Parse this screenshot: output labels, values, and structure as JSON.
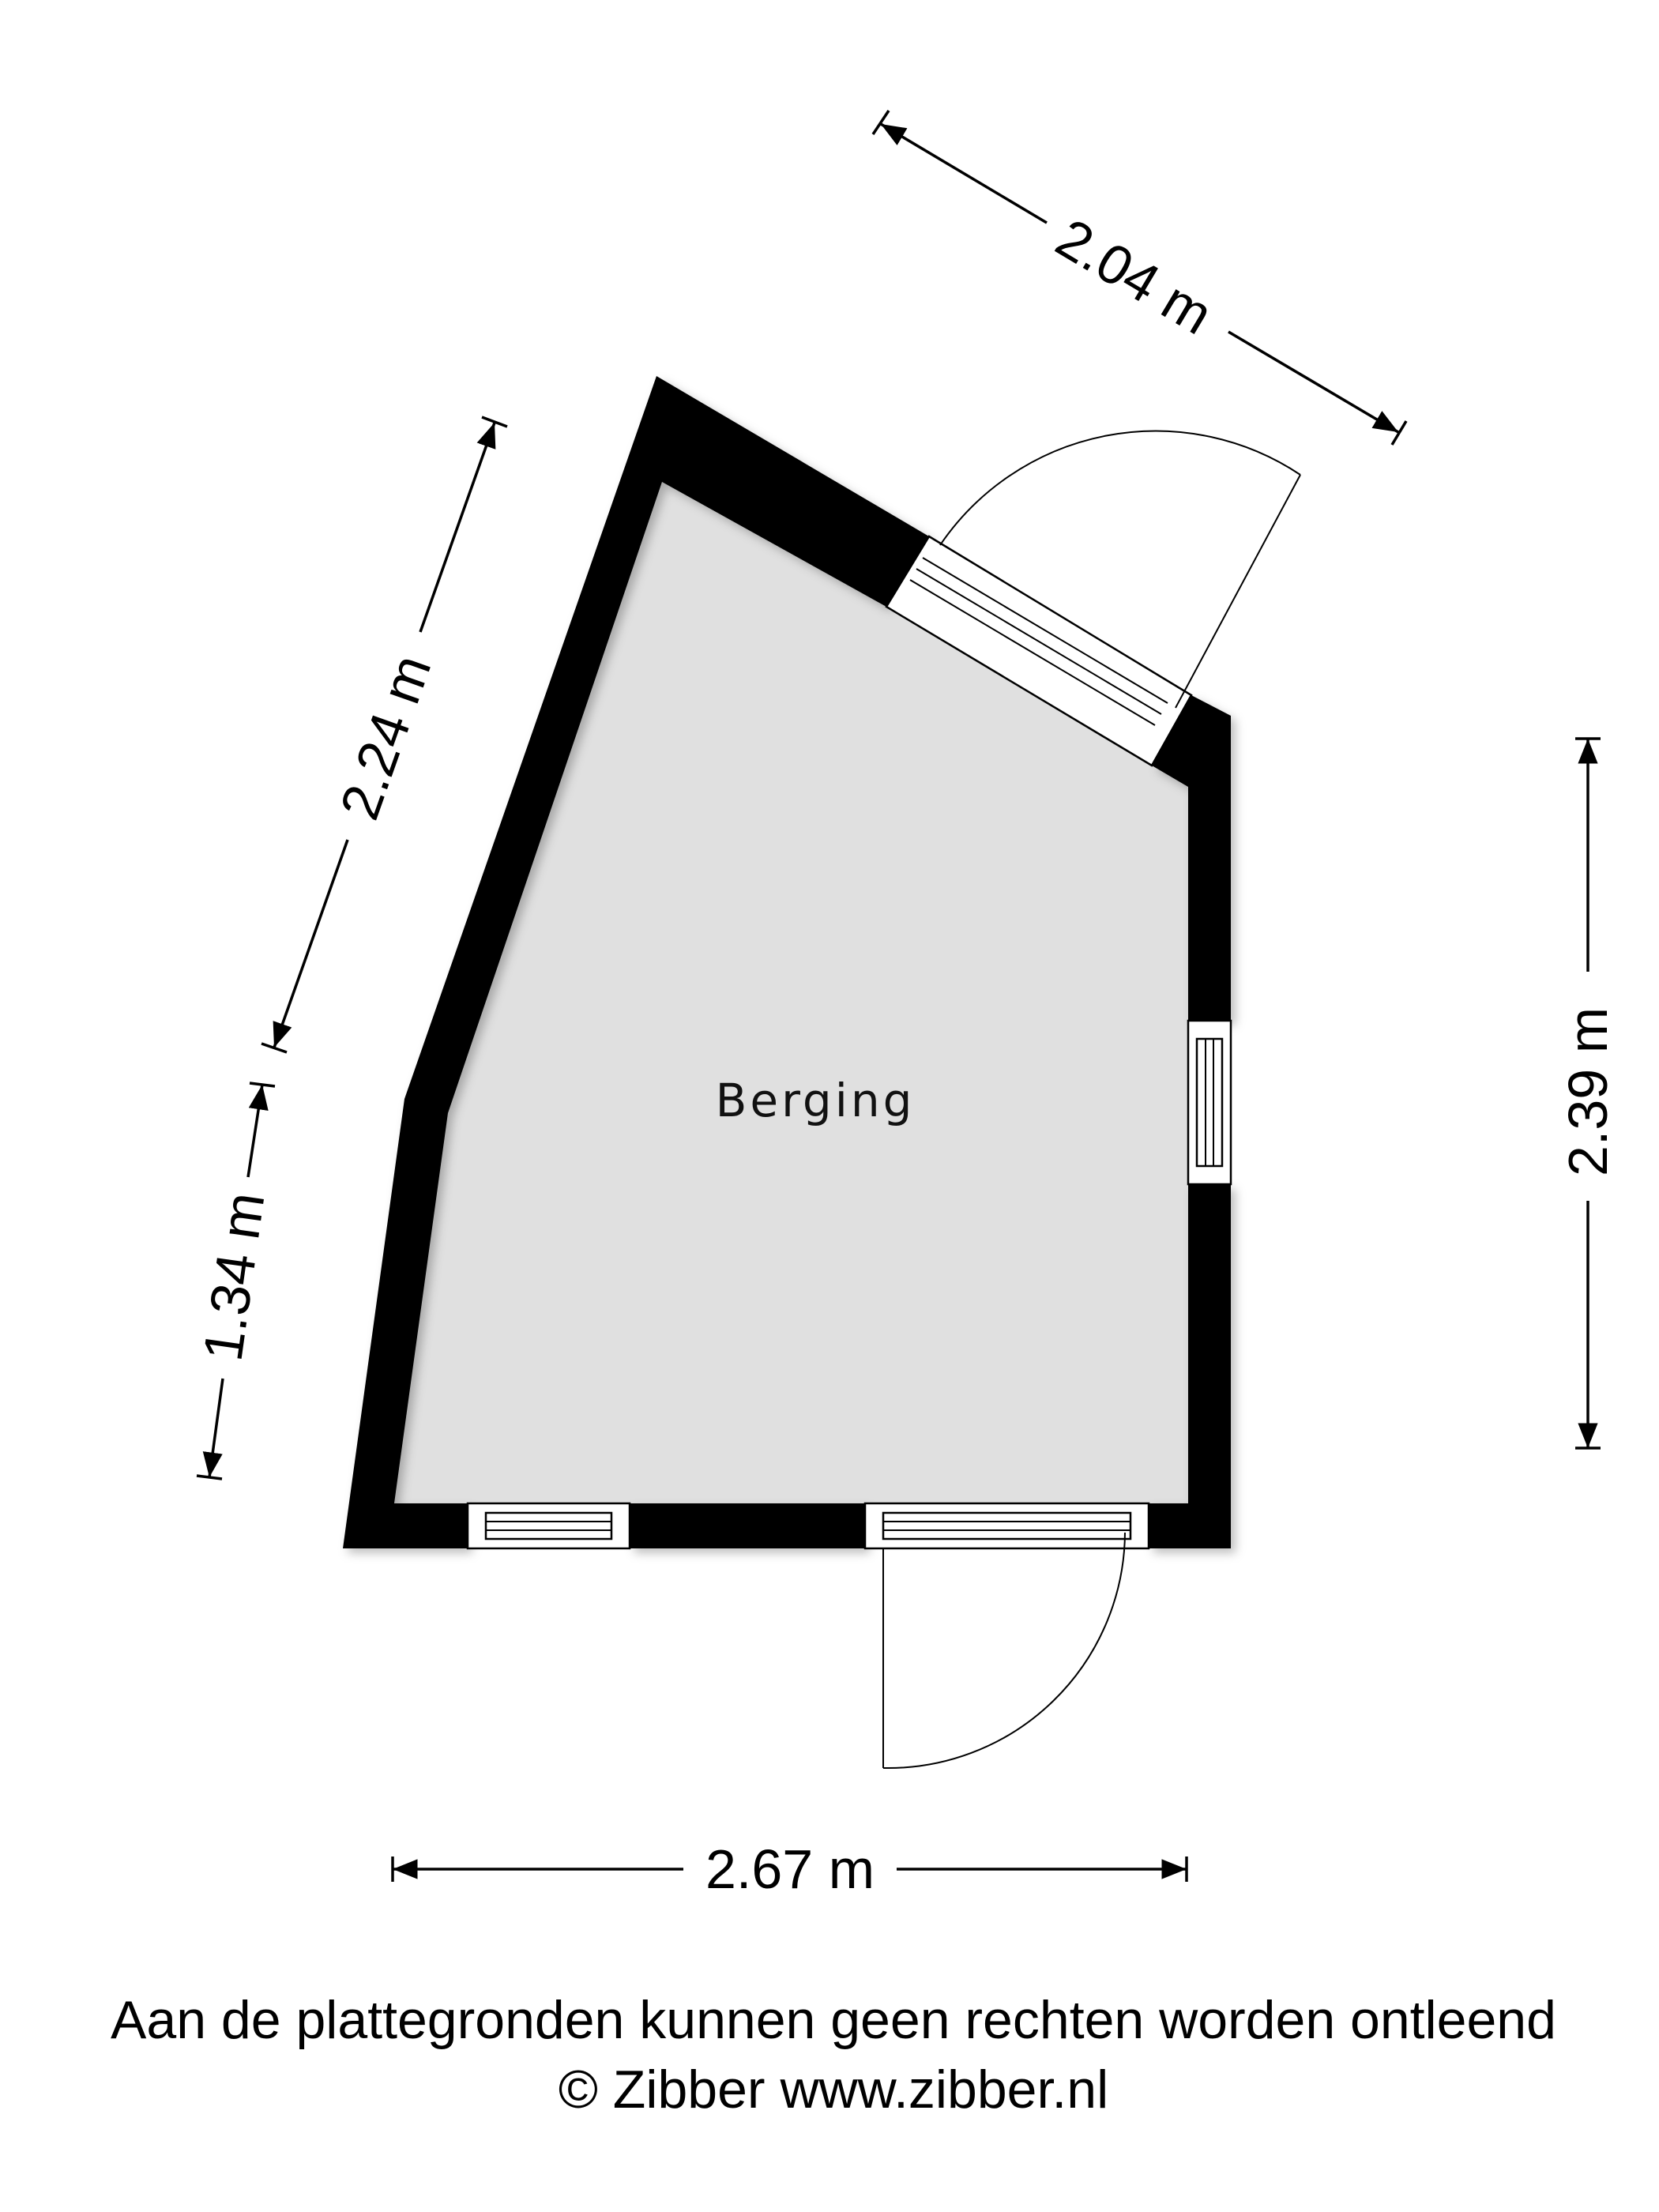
{
  "room": {
    "label": "Berging"
  },
  "dimensions": {
    "top_diagonal": "2.04 m",
    "left_upper": "2.24 m",
    "left_lower": "1.34 m",
    "right": "2.39 m",
    "bottom": "2.67 m"
  },
  "footer": {
    "disclaimer": "Aan de plattegronden kunnen geen rechten worden ontleend",
    "copyright": "© Zibber www.zibber.nl"
  },
  "colors": {
    "floor": "#e0e0e0",
    "wall": "#000000"
  }
}
